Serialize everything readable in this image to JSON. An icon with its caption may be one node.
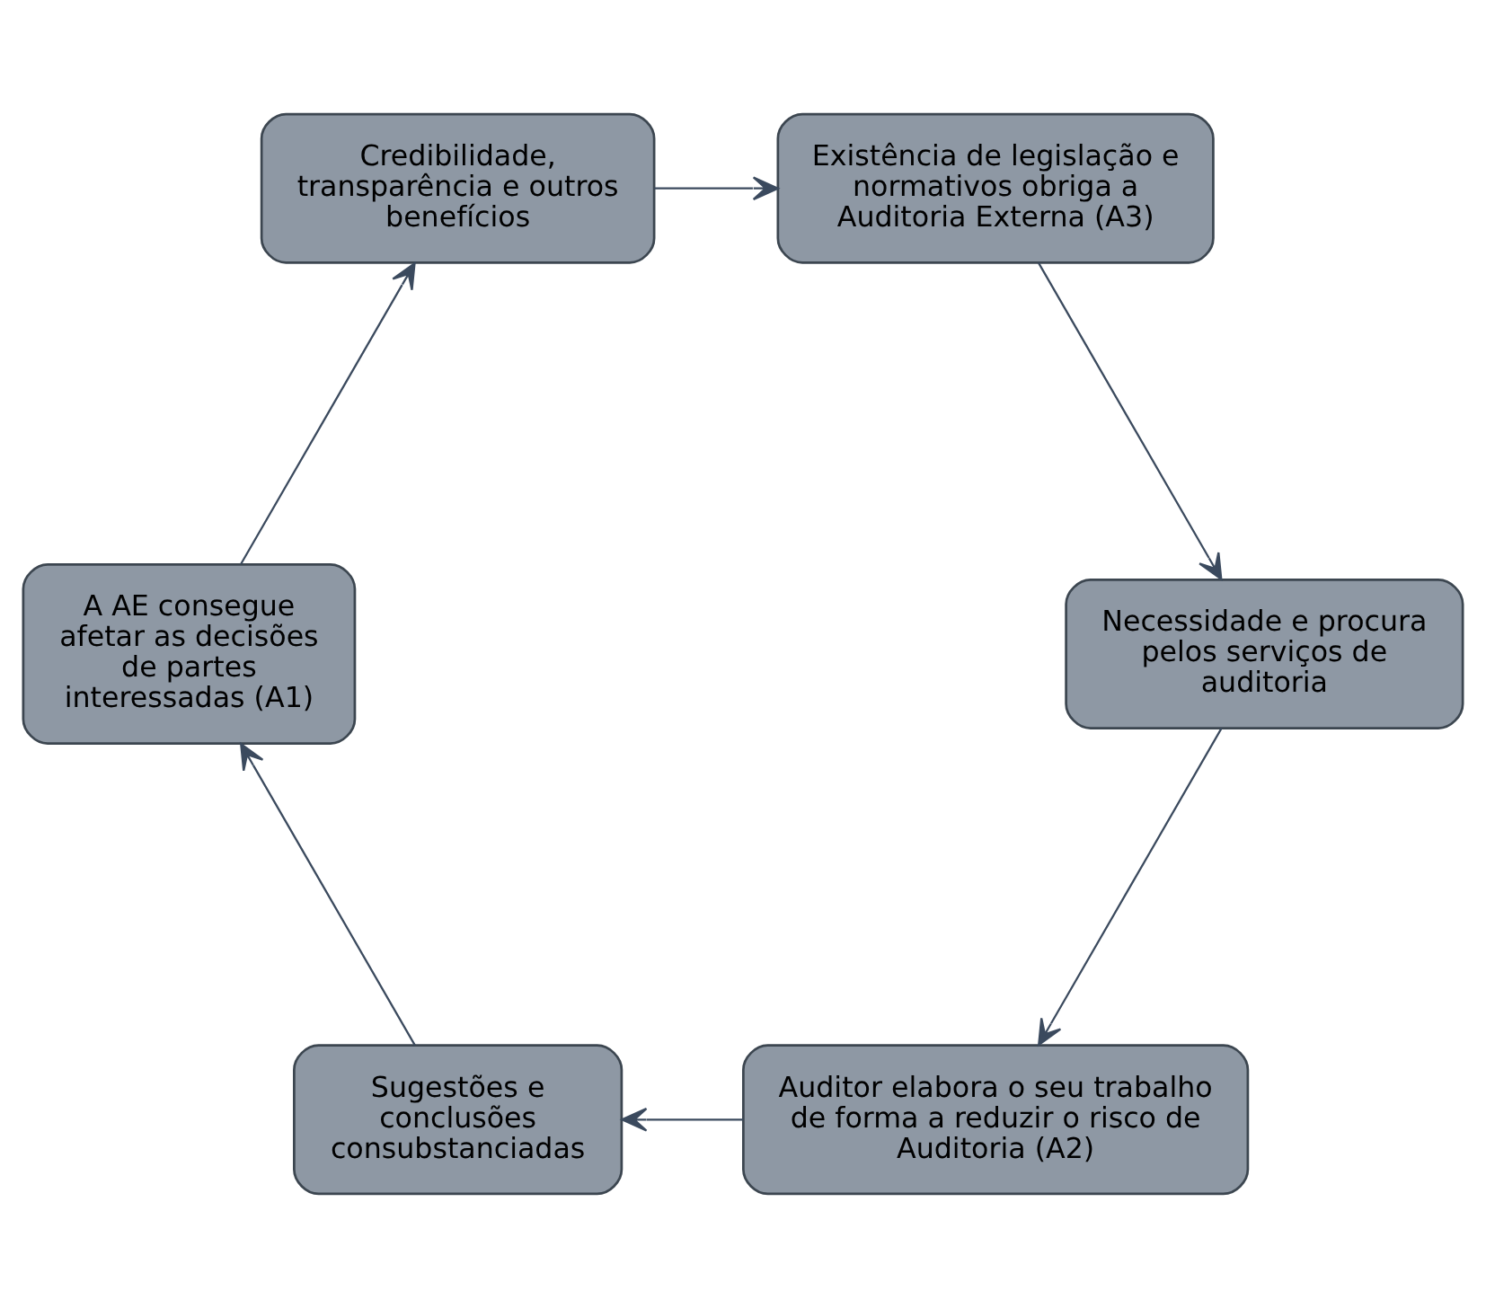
{
  "diagram": {
    "nodes": [
      {
        "text": [
          "Auditor elabora o seu trabalho de forma a reduzir o risco de Auditoria (A2)"
        ]
      },
      {
        "text": [
          "Sugestões e conclusões consubstanciadas"
        ]
      },
      {
        "text": [
          "A AE consegue afetar as decisões de partes interessadas (A1)"
        ]
      },
      {
        "text": [
          "Credibilidade, transparência e outros benefícios"
        ]
      },
      {
        "text": [
          "Existência de legislação e normativos obriga a Auditoria Externa (A3)"
        ]
      },
      {
        "text": [
          "Necessidade e procura pelos serviços de auditoria"
        ]
      }
    ],
    "edges": [
      {
        "from": 0,
        "to": 1,
        "arrow": "to"
      },
      {
        "from": 1,
        "to": 2,
        "arrow": "to"
      },
      {
        "from": 2,
        "to": 3,
        "arrow": "to"
      },
      {
        "from": 3,
        "to": 4,
        "arrow": "to"
      },
      {
        "from": 4,
        "to": 5,
        "arrow": "to"
      },
      {
        "from": 5,
        "to": 0,
        "arrow": "to"
      }
    ]
  }
}
